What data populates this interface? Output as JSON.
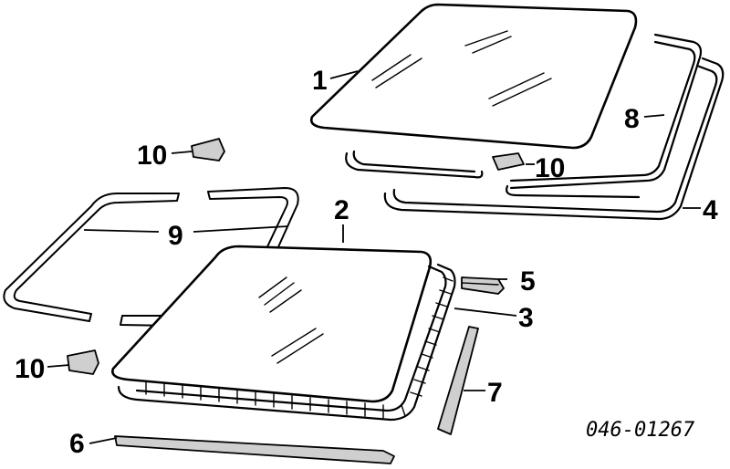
{
  "diagram": {
    "callouts": {
      "c1": "1",
      "c2": "2",
      "c3": "3",
      "c4": "4",
      "c5": "5",
      "c6": "6",
      "c7": "7",
      "c8": "8",
      "c9": "9",
      "c10_left_top": "10",
      "c10_right": "10",
      "c10_left_bottom": "10"
    },
    "part_code": "046-01267"
  }
}
